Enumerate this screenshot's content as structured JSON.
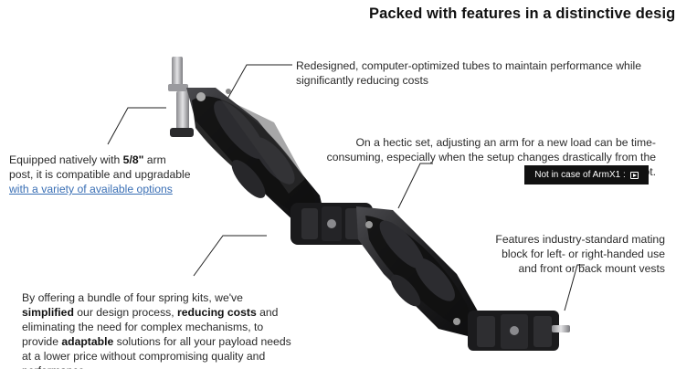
{
  "heading": "Packed with features in a distinctive design",
  "callouts": {
    "tubes": "Redesigned, computer-optimized tubes to maintain performance while significantly reducing costs",
    "post": {
      "pre": "Equipped natively with ",
      "bold": "5/8\"",
      "post": " arm post, it is compatible and upgradable",
      "link": "with a variety of available options"
    },
    "set": "On a hectic set, adjusting an arm for a new load can be time-consuming, especially when the setup changes drastically from the previous shot.",
    "block": "Features industry-standard mating block for left- or right-handed use and front or back mount vests",
    "kits": {
      "t1": "By offering a bundle of four spring kits, we've ",
      "b1": "simplified",
      "t2": " our design process, ",
      "b2": "reducing costs",
      "t3": " and eliminating the need for complex mechanisms, to provide ",
      "b3": "adaptable",
      "t4": " solutions for all your payload needs at a lower price without compromising quality and performance"
    }
  },
  "badge": {
    "label": "Not in case of ArmX1 :",
    "icon": "play-video-icon"
  },
  "colors": {
    "arm_body": "#1c1c1e",
    "arm_highlight": "#3b3b3f",
    "link": "#3a6fb5",
    "badge_bg": "#111111"
  },
  "image": {
    "subject": "articulated-camera-stabilizer-arm"
  }
}
